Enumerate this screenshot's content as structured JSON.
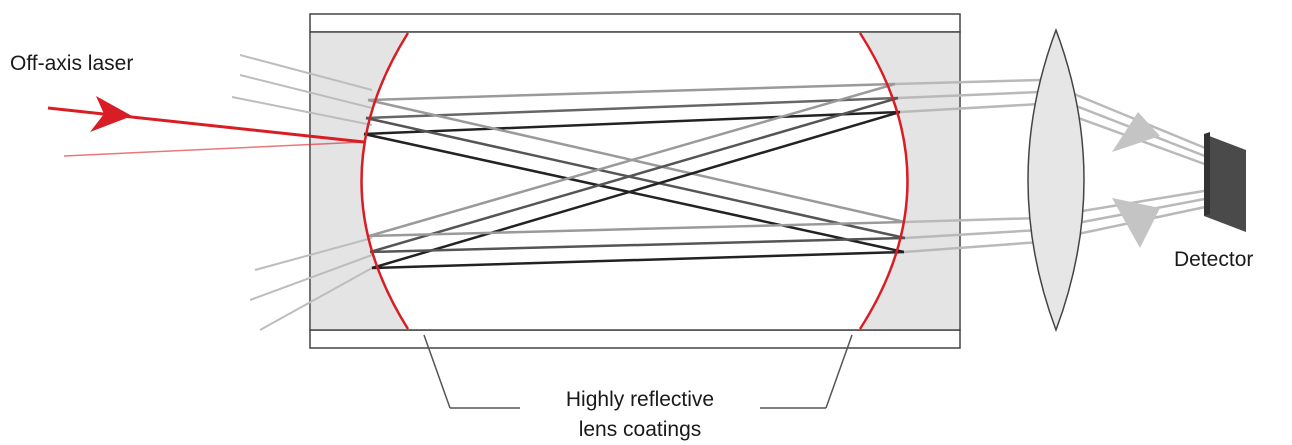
{
  "labels": {
    "laser": "Off-axis laser",
    "detector": "Detector",
    "coatings_line1": "Highly reflective",
    "coatings_line2": "lens coatings"
  },
  "colors": {
    "laser": "#d81e24",
    "mirror_coating": "#d81e24",
    "cell_fill": "#e4e4e4",
    "beam_dark": "#222222",
    "beam_mid": "#666666",
    "beam_light": "#b9b9b9",
    "lens_fill": "#e6e6e6",
    "detector": "#4a4a4a"
  }
}
